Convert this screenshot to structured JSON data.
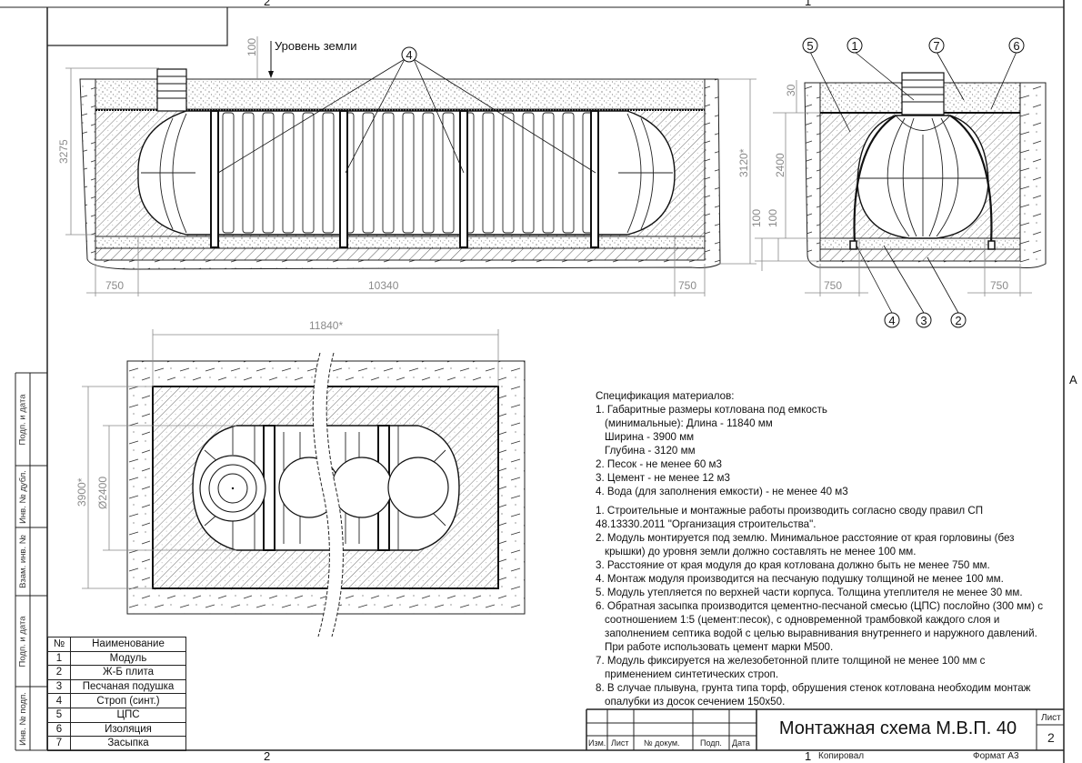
{
  "frame": {
    "zone_top_left": "2",
    "zone_top_right": "1",
    "zone_bottom_left": "2",
    "zone_bottom_right": "1",
    "zone_side": "A"
  },
  "side_view": {
    "ground_level": "Уровень земли",
    "dim_top": "100",
    "dim_height": "3275",
    "dim_depth": "3120*",
    "dim_left": "750",
    "dim_length": "10340",
    "dim_right": "750",
    "callout": "4"
  },
  "cross_section": {
    "callouts_top": [
      "5",
      "1",
      "7",
      "6"
    ],
    "callouts_bottom": [
      "4",
      "3",
      "2"
    ],
    "dim_insulation": "30",
    "dim_height": "2400",
    "dim_sand": "100",
    "dim_slab": "100",
    "dim_left": "750",
    "dim_right": "750"
  },
  "plan_view": {
    "dim_length": "11840*",
    "dim_width": "3900*",
    "dim_diameter": "Ø2400"
  },
  "spec": {
    "title": "Спецификация материалов:",
    "materials": [
      "1. Габаритные размеры котлована под емкость",
      "(минимальные): Длина - 11840 мм",
      "Ширина - 3900 мм",
      "Глубина - 3120 мм",
      "2. Песок - не менее 60 м3",
      "3. Цемент - не менее 12 м3",
      "4. Вода (для заполнения емкости) - не менее 40 м3"
    ],
    "notes": [
      "1. Строительные и монтажные работы производить согласно своду правил СП",
      "48.13330.2011 \"Организация строительства\".",
      "2. Модуль монтируется под землю. Минимальное расстояние от края горловины (без",
      "крышки) до уровня земли должно составлять не менее 100 мм.",
      "3. Расстояние от края модуля до края котлована должно быть не менее 750 мм.",
      "4. Монтаж модуля производится на песчаную подушку толщиной не менее 100 мм.",
      "5. Модуль утепляется по верхней части корпуса. Толщина утеплителя не менее 30 мм.",
      "6. Обратная засыпка производится цементно-песчаной смесью (ЦПС) послойно (300 мм) с",
      "соотношением 1:5 (цемент:песок), с одновременной трамбовкой каждого слоя и",
      "заполнением септика водой с целью выравнивания внутреннего и наружного давлений.",
      "При работе использовать цемент марки М500.",
      "7. Модуль фиксируется на железобетонной плите толщиной не менее 100 мм с",
      "применением синтетических строп.",
      "8. В случае плывуна, грунта типа торф, обрушения стенок котлована необходим монтаж",
      "опалубки из досок сечением 150х50."
    ]
  },
  "parts_table": {
    "headers": [
      "№",
      "Наименование"
    ],
    "rows": [
      [
        "1",
        "Модуль"
      ],
      [
        "2",
        "Ж-Б плита"
      ],
      [
        "3",
        "Песчаная подушка"
      ],
      [
        "4",
        "Строп (синт.)"
      ],
      [
        "5",
        "ЦПС"
      ],
      [
        "6",
        "Изоляция"
      ],
      [
        "7",
        "Засыпка"
      ]
    ]
  },
  "side_stamp": [
    "Подп. и дата",
    "Инв. № дубл.",
    "Взам. инв. №",
    "Подп. и дата",
    "Инв. № подп."
  ],
  "title_block": {
    "columns": [
      "Изм.",
      "Лист",
      "№ докум.",
      "Подп.",
      "Дата"
    ],
    "title": "Монтажная схема М.В.П. 40",
    "sheet_label": "Лист",
    "sheet_number": "2",
    "copied": "Копировал",
    "format": "Формат А3"
  }
}
